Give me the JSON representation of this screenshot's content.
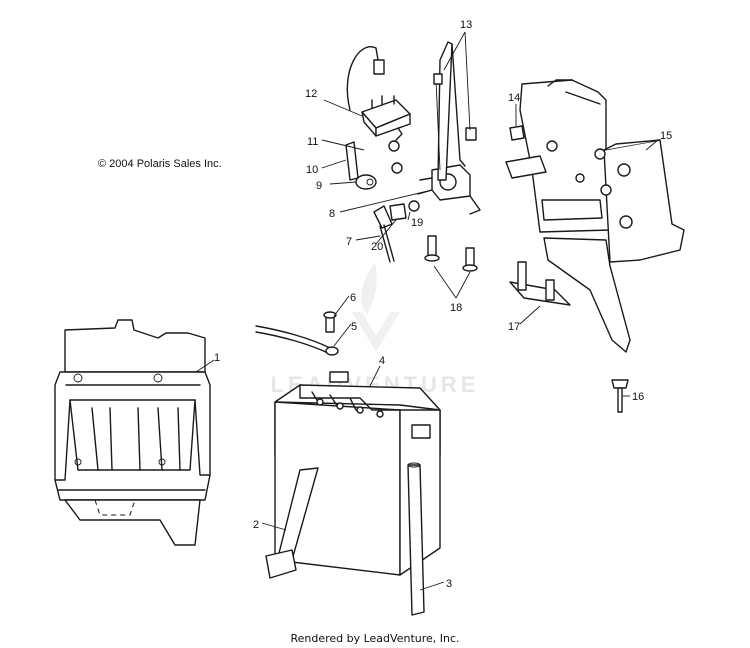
{
  "copyright": "© 2004 Polaris Sales Inc.",
  "footer": "Rendered by LeadVenture, Inc.",
  "watermark": "LEADVENTURE",
  "callouts": [
    "1",
    "2",
    "3",
    "4",
    "5",
    "6",
    "7",
    "8",
    "9",
    "10",
    "11",
    "12",
    "13",
    "14",
    "15",
    "16",
    "17",
    "18",
    "19",
    "20"
  ]
}
